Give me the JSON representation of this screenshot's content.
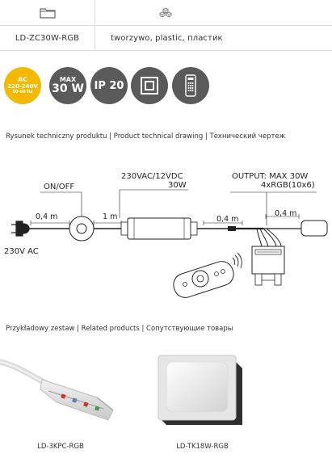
{
  "spec": {
    "icons": [
      "folder-icon",
      "cubes-icon"
    ],
    "code": "LD-ZC30W-RGB",
    "material": "tworzywo, plastic, пластик"
  },
  "badges": {
    "ac": {
      "line1": "AC",
      "line2": "220-240V",
      "line3": "50-60 Hz",
      "color": "#f2b900"
    },
    "max": {
      "line1": "MAX",
      "line2": "30 W"
    },
    "ip": {
      "label": "IP 20"
    },
    "square_icon": "double-insulation-icon",
    "remote_icon": "remote-control-icon",
    "dark_color": "#5a5a5a"
  },
  "drawing": {
    "title": "Rysunek techniczny produktu | Product technical drawing | Технический чертеж",
    "switch_label": "ON/OFF",
    "input_cable": "0,4 m",
    "mid_cable": "1 m",
    "mains": "230V AC",
    "driver_label_1": "230VAC/12VDC",
    "driver_label_2": "30W",
    "driver_out_cable": "0,4 m",
    "output_label_1": "OUTPUT: MAX 30W",
    "output_label_2": "4xRGB(10x6)",
    "output_cable": "0,4 m"
  },
  "related": {
    "title": "Przykładowy zestaw | Related products | Сопутствующие товары",
    "products": [
      {
        "code": "LD-3KPC-RGB"
      },
      {
        "code": "LD-TK18W-RGB"
      }
    ]
  }
}
